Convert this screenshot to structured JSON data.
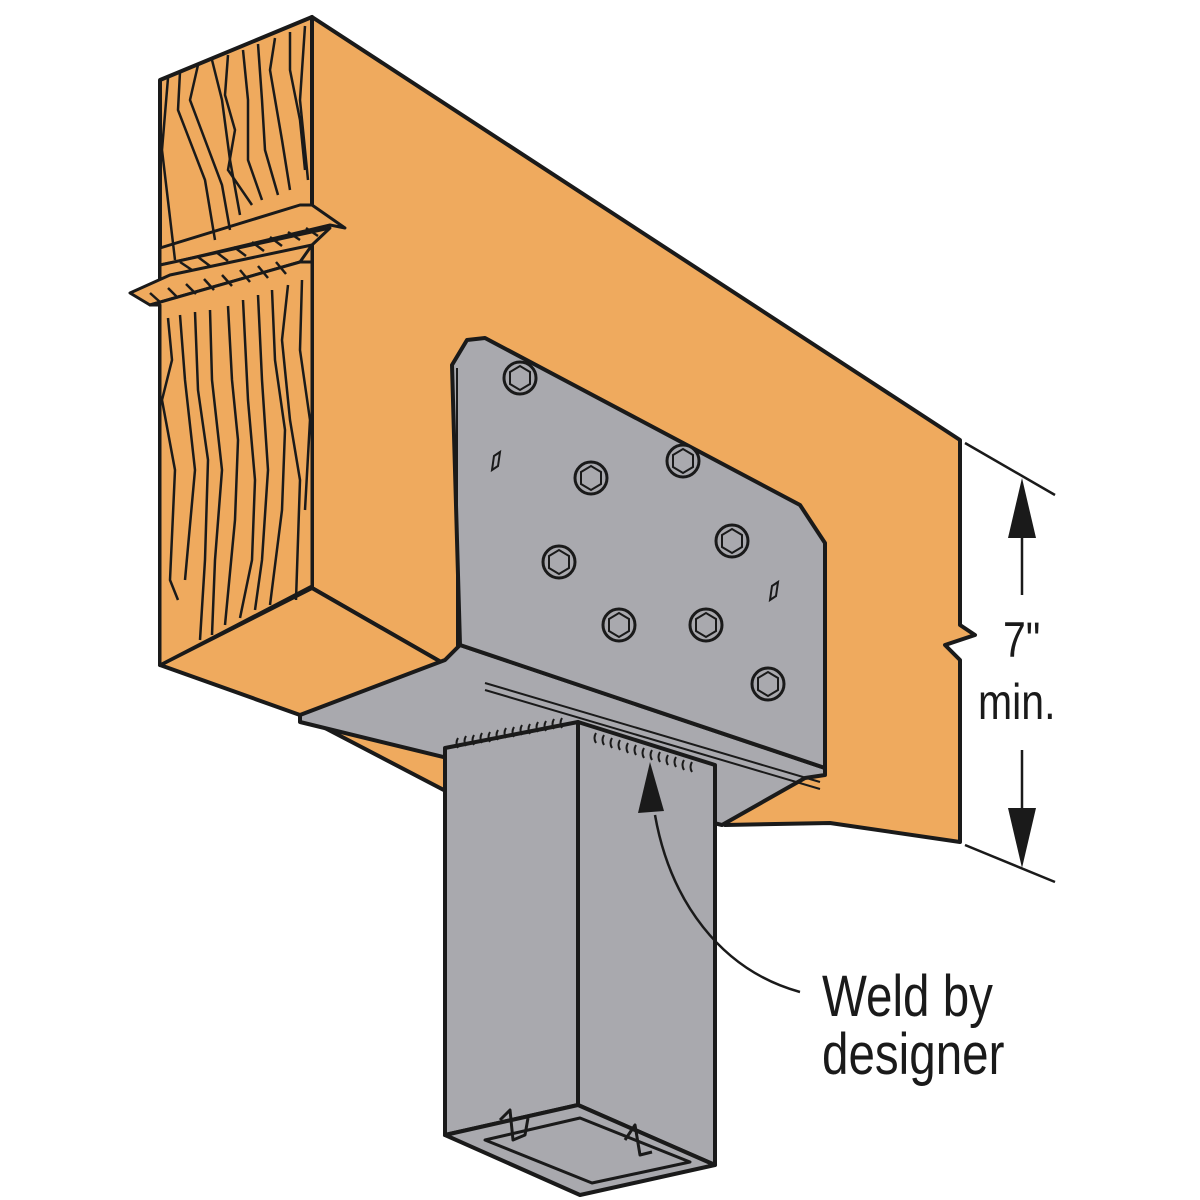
{
  "diagram": {
    "subject": "wood-beam-on-steel-post-cap-connector",
    "colors": {
      "wood": "#EFAA5E",
      "wood_grain": "#1a1a1a",
      "steel": "#A9A9AE",
      "outline": "#1a1a1a",
      "background": "#FFFFFF"
    },
    "components": {
      "beam": "Wood beam (cut section with grain, break line)",
      "plate": "Steel side plate with bolts",
      "post": "Steel tube post",
      "weld": "Weld bead at post-to-cap junction"
    },
    "bolt_count": 8,
    "diamond_hole_count": 2
  },
  "labels": {
    "dimension": {
      "value": "7\"",
      "qualifier": "min."
    },
    "callout": {
      "line1": "Weld by",
      "line2": "designer"
    }
  }
}
